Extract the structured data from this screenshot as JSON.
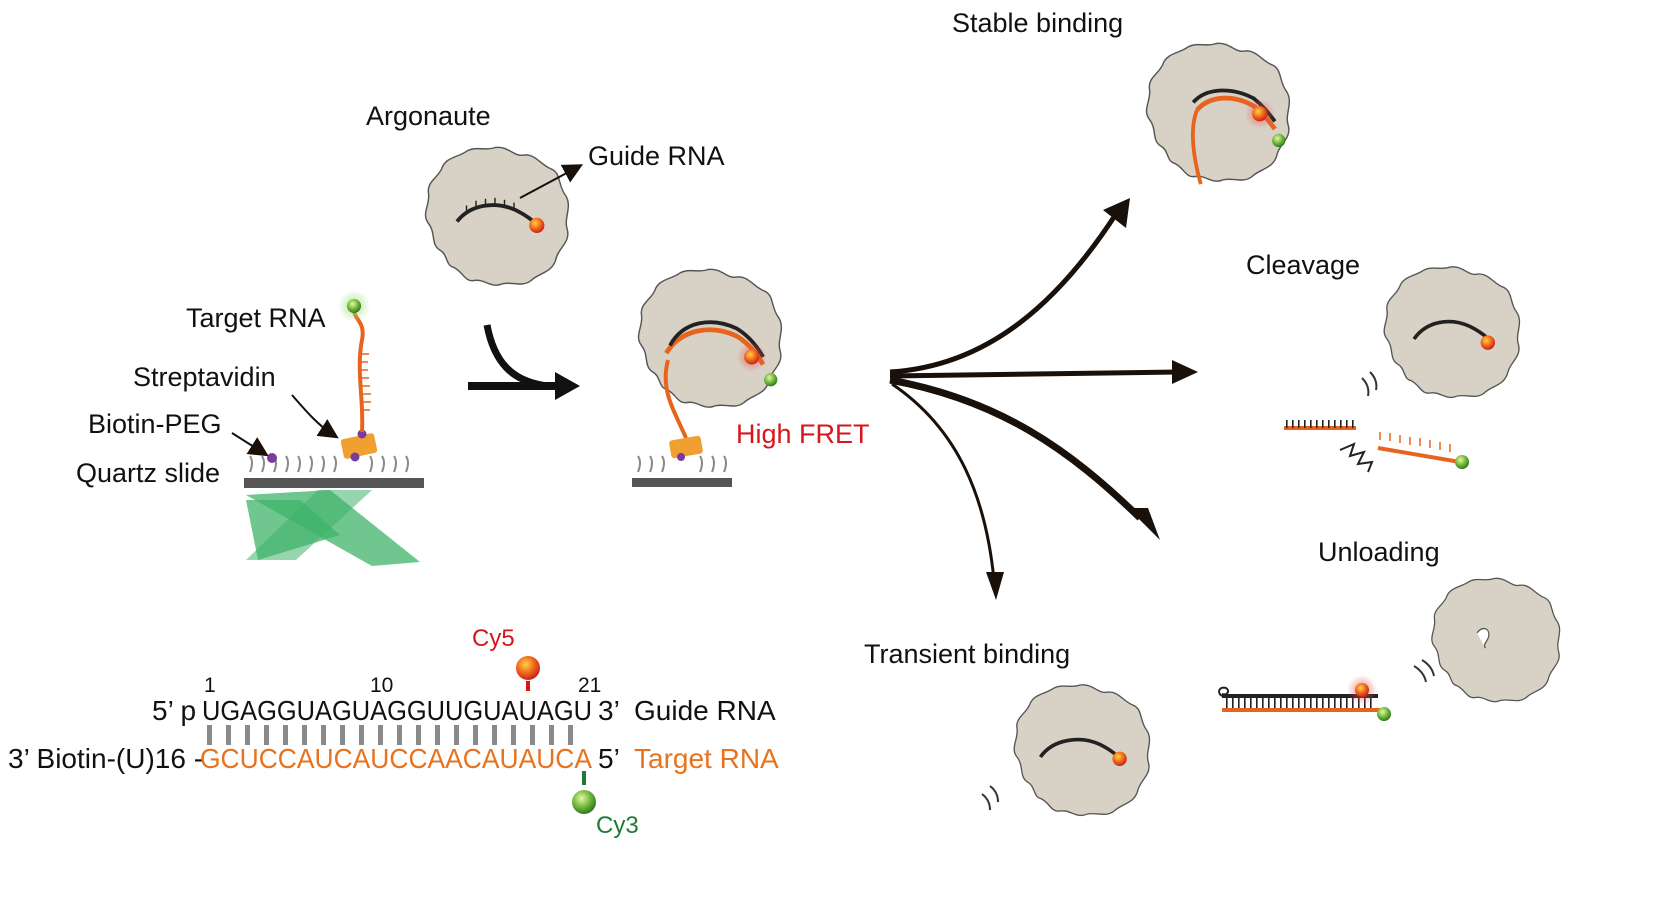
{
  "labels": {
    "argonaute": "Argonaute",
    "guide_rna": "Guide RNA",
    "target_rna": "Target RNA",
    "streptavidin": "Streptavidin",
    "biotin_peg": "Biotin-PEG",
    "quartz_slide": "Quartz slide",
    "high_fret": "High FRET",
    "stable_binding": "Stable binding",
    "cleavage": "Cleavage",
    "unloading": "Unloading",
    "transient_binding": "Transient binding"
  },
  "sequence": {
    "cy5": "Cy5",
    "cy3": "Cy3",
    "pos_1": "1",
    "pos_10": "10",
    "pos_21": "21",
    "guide_prefix": "5’ p",
    "guide_seq": "UGAGGUAGUAGGUUGUAUAGU",
    "guide_suffix": "3’",
    "guide_label": "Guide RNA",
    "target_prefix": "3’  Biotin-(U)16 -",
    "target_seq": "GCUCCAUCAUCCAACAUAUCA",
    "target_suffix": "5’",
    "target_label": "Target RNA"
  },
  "colors": {
    "protein": "#d8d2c6",
    "protein_stroke": "#555555",
    "target_strand": "#e8641e",
    "guide_strand": "#222222",
    "cy5": "#e8561e",
    "cy3": "#6cb43a",
    "laser": "#3fb36a",
    "streptavidin": "#f0a030",
    "biotin": "#7a3aa0",
    "arrow": "#1a100a"
  }
}
